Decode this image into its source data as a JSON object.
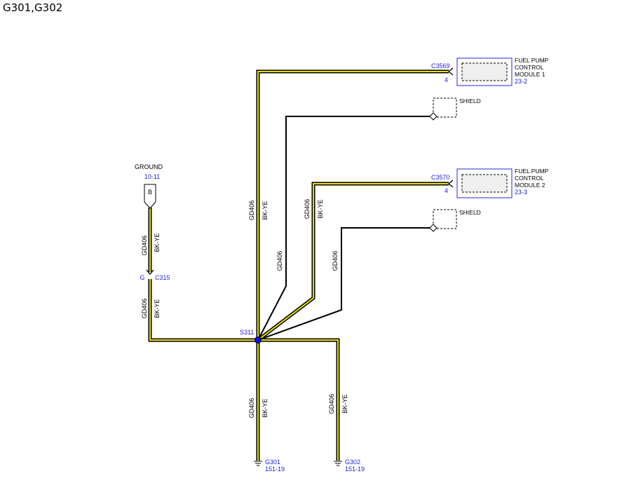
{
  "title": "G301,G302",
  "colors": {
    "wire_stripe": "#e8e000",
    "wire_outline": "#000000",
    "ref_blue": "#1a1adc",
    "splice_blue": "#1010e0"
  },
  "ground": {
    "label": "GROUND",
    "ref": "10-11",
    "pin": "B"
  },
  "c315": {
    "name": "C315",
    "pin": "G"
  },
  "splice": {
    "name": "S311"
  },
  "modules": [
    {
      "connector": "C3569",
      "pin": "4",
      "line1": "FUEL PUMP",
      "line2": "CONTROL",
      "line3": "MODULE 1",
      "ref": "23-2"
    },
    {
      "connector": "C3570",
      "pin": "4",
      "line1": "FUEL PUMP",
      "line2": "CONTROL",
      "line3": "MODULE 2",
      "ref": "23-3"
    }
  ],
  "shield_label": "SHIELD",
  "wires": {
    "circuit": "GD406",
    "color": "BK-YE"
  },
  "grounds": [
    {
      "name": "G301",
      "ref": "151-19"
    },
    {
      "name": "G302",
      "ref": "151-19"
    }
  ],
  "icons": [
    "ground-symbol-icon",
    "connector-arrow-icon",
    "shield-diamond-icon",
    "splice-dot-icon"
  ]
}
